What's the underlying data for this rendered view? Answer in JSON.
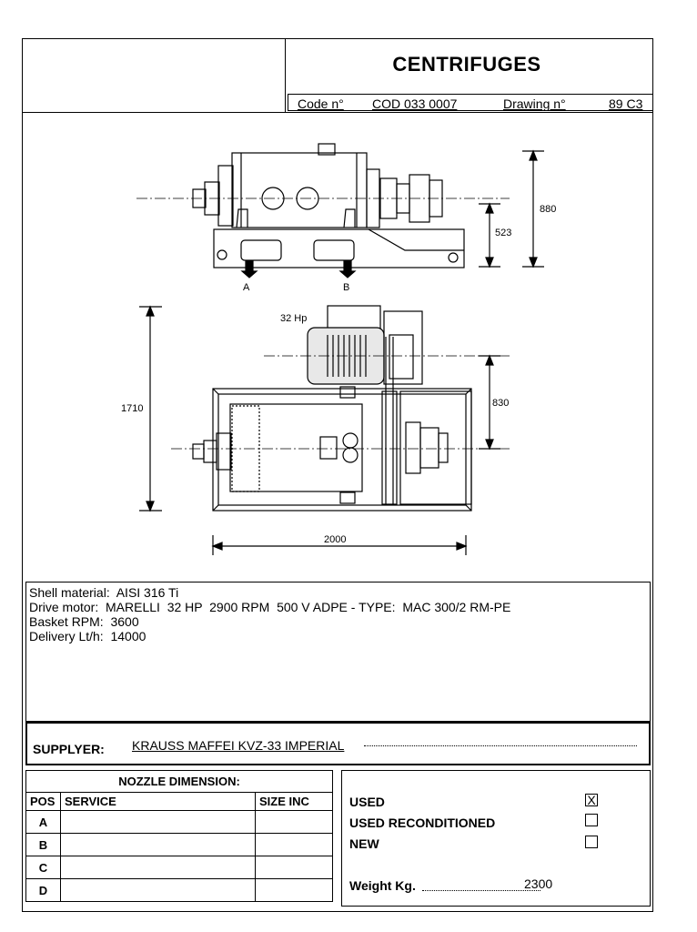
{
  "header": {
    "title": "CENTRIFUGES",
    "code_label": "Code n°",
    "code_value": "COD  033  0007",
    "drawing_label": "Drawing n°",
    "drawing_value": "89 C3"
  },
  "drawing": {
    "dim_880": "880",
    "dim_523": "523",
    "label_a": "A",
    "label_b": "B",
    "motor_label": "32 Hp",
    "dim_1710": "1710",
    "dim_830": "830",
    "dim_2000": "2000"
  },
  "specs": [
    "Shell material:  AISI 316 Ti",
    "Drive motor:  MARELLI  32 HP  2900 RPM  500 V ADPE - TYPE:  MAC 300/2 RM-PE",
    "Basket RPM:  3600",
    "Delivery Lt/h:  14000"
  ],
  "supplier": {
    "label": "SUPPLYER:",
    "value": "KRAUSS MAFFEI KVZ-33 IMPERIAL"
  },
  "nozzles": {
    "title": "NOZZLE DIMENSION:",
    "col_pos": "POS",
    "col_service": "SERVICE",
    "col_size": "SIZE INC",
    "rows": [
      "A",
      "B",
      "C",
      "D"
    ]
  },
  "status": {
    "used": "USED",
    "used_reconditioned": "USED RECONDITIONED",
    "new": "NEW",
    "used_mark": "X",
    "weight_label": "Weight Kg.",
    "weight_value": "2300"
  }
}
